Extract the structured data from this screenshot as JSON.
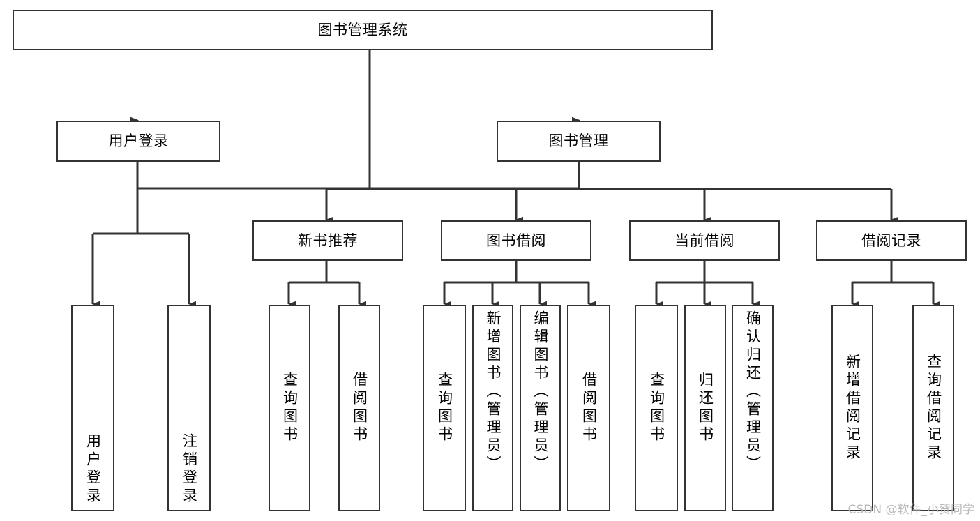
{
  "diagram": {
    "title": "图书管理系统",
    "type": "tree-hierarchy-chart",
    "colors": {
      "box_border": "#333333",
      "box_fill": "#ffffff",
      "connector": "#333333",
      "text": "#000000",
      "watermark": "#b9b9b9"
    },
    "nodes": {
      "root": {
        "label": "图书管理系统"
      },
      "level2": [
        {
          "label": "用户登录"
        },
        {
          "label": "图书管理"
        }
      ],
      "level3": [
        {
          "label": "新书推荐"
        },
        {
          "label": "图书借阅"
        },
        {
          "label": "当前借阅"
        },
        {
          "label": "借阅记录"
        }
      ],
      "leaves": {
        "user_login": [
          {
            "label": "用户登录",
            "align": "bottom"
          },
          {
            "label": "注销登录",
            "align": "bottom"
          }
        ],
        "new_book_recommend": [
          {
            "label": "查询图书",
            "align": "center"
          },
          {
            "label": "借阅图书",
            "align": "center"
          }
        ],
        "book_borrow": [
          {
            "label": "查询图书",
            "align": "center"
          },
          {
            "label": "新增图书（管理员）",
            "align": "top"
          },
          {
            "label": "编辑图书（管理员）",
            "align": "top"
          },
          {
            "label": "借阅图书",
            "align": "center"
          }
        ],
        "current_borrow": [
          {
            "label": "查询图书",
            "align": "center"
          },
          {
            "label": "归还图书",
            "align": "center"
          },
          {
            "label": "确认归还（管理员）",
            "align": "top"
          }
        ],
        "borrow_record": [
          {
            "label": "新增借阅记录",
            "align": "center"
          },
          {
            "label": "查询借阅记录",
            "align": "center"
          }
        ]
      }
    },
    "watermark": "CSDN @软件_小贺同学"
  }
}
